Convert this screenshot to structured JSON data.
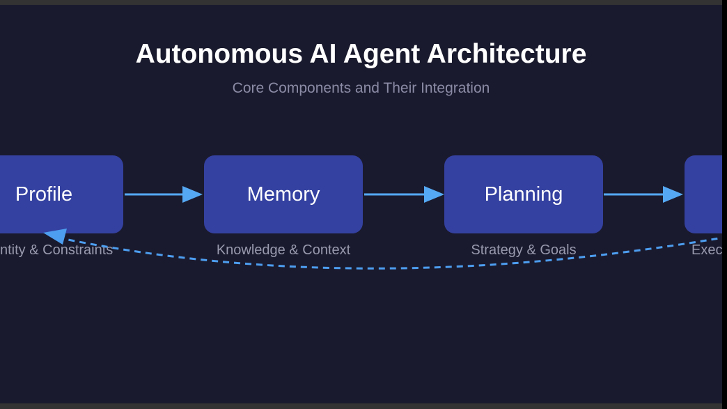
{
  "page": {
    "title": "Autonomous AI Agent Architecture",
    "subtitle": "Core Components and Their Integration"
  },
  "diagram": {
    "nodes": [
      {
        "id": "profile",
        "label": "Profile",
        "sublabel": "ntity & Constraints"
      },
      {
        "id": "memory",
        "label": "Memory",
        "sublabel": "Knowledge & Context"
      },
      {
        "id": "planning",
        "label": "Planning",
        "sublabel": "Strategy & Goals"
      },
      {
        "id": "action",
        "label": "",
        "sublabel": "Execu"
      }
    ],
    "connections": [
      {
        "from": "profile",
        "to": "memory",
        "style": "solid-arrow"
      },
      {
        "from": "memory",
        "to": "planning",
        "style": "solid-arrow"
      },
      {
        "from": "planning",
        "to": "action",
        "style": "solid-arrow"
      },
      {
        "from": "action",
        "to": "profile",
        "style": "dashed-feedback-arrow"
      }
    ],
    "colors": {
      "background": "#1a1a2e",
      "node_fill": "#3441a0",
      "node_text": "#ffffff",
      "arrow": "#55a9f4",
      "feedback_arrow": "#4d9ef0",
      "sublabel_text": "#9a9aae",
      "subtitle_text": "#8b8ba6",
      "title_text": "#ffffff",
      "chrome_bar": "#333333",
      "edge_strip": "#000000"
    }
  }
}
